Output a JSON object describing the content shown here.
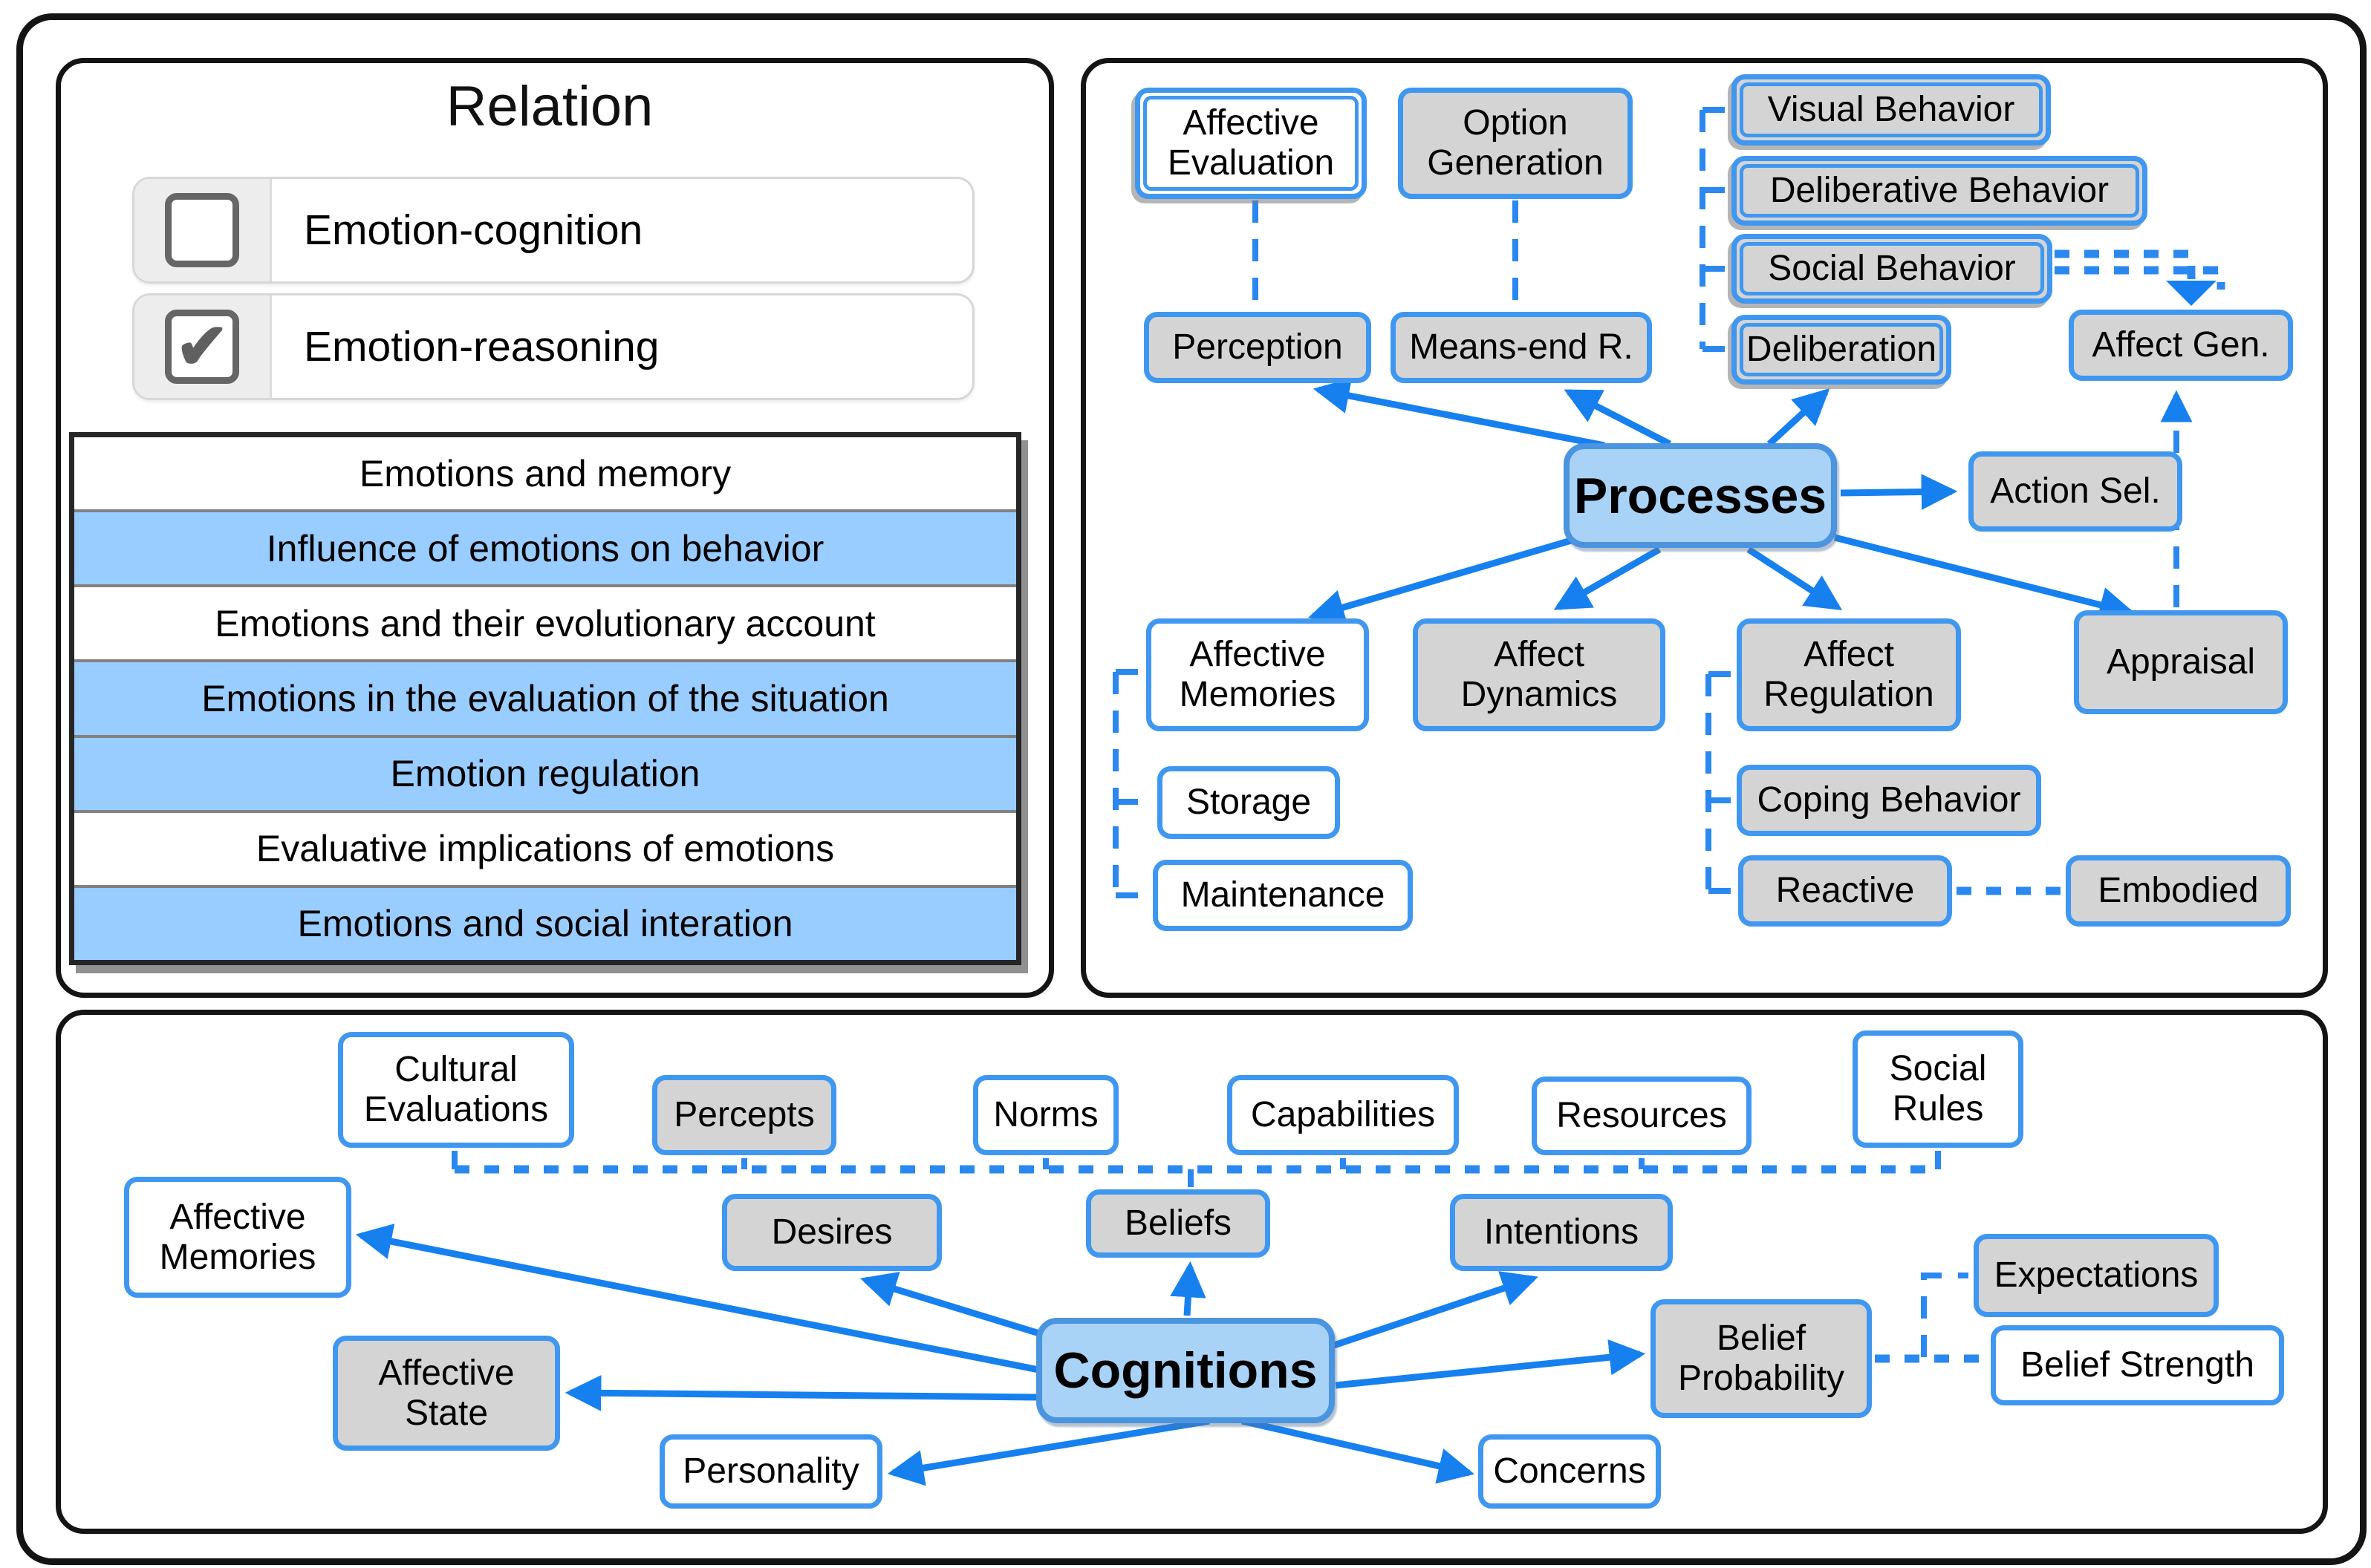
{
  "legend": {
    "title": "Relation",
    "check_glyph": "✔",
    "items": [
      {
        "label": "Emotion-cognition",
        "checked": false
      },
      {
        "label": "Emotion-reasoning",
        "checked": true
      }
    ]
  },
  "topics": {
    "rows": [
      {
        "label": "Emotions and memory",
        "highlighted": false
      },
      {
        "label": "Influence of emotions on behavior",
        "highlighted": true
      },
      {
        "label": "Emotions and their evolutionary account",
        "highlighted": false
      },
      {
        "label": "Emotions in the evaluation of the situation",
        "highlighted": true
      },
      {
        "label": "Emotion regulation",
        "highlighted": true
      },
      {
        "label": "Evaluative implications of emotions",
        "highlighted": false
      },
      {
        "label": "Emotions and social interation",
        "highlighted": true
      }
    ]
  },
  "processes_panel": {
    "hub": "Processes",
    "nodes": {
      "affective_evaluation": "Affective Evaluation",
      "option_generation": "Option Generation",
      "visual_behavior": "Visual Behavior",
      "deliberative_behavior": "Deliberative Behavior",
      "social_behavior": "Social Behavior",
      "deliberation": "Deliberation",
      "affect_gen": "Affect Gen.",
      "perception": "Perception",
      "means_end_r": "Means-end R.",
      "action_sel": "Action Sel.",
      "affective_memories": "Affective Memories",
      "affect_dynamics": "Affect Dynamics",
      "affect_regulation": "Affect Regulation",
      "appraisal": "Appraisal",
      "storage": "Storage",
      "maintenance": "Maintenance",
      "coping_behavior": "Coping Behavior",
      "reactive": "Reactive",
      "embodied": "Embodied"
    },
    "solid_arrows_from_hub": [
      "Perception",
      "Means-end R.",
      "Deliberation",
      "Action Sel.",
      "Appraisal",
      "Affect Regulation",
      "Affect Dynamics",
      "Affective Memories"
    ],
    "dashed_links": [
      [
        "Affective Evaluation",
        "Perception"
      ],
      [
        "Option Generation",
        "Means-end R."
      ],
      [
        "Deliberation",
        "Visual Behavior"
      ],
      [
        "Deliberation",
        "Deliberative Behavior"
      ],
      [
        "Deliberation",
        "Social Behavior"
      ],
      [
        "Social Behavior",
        "Affect Gen."
      ],
      [
        "Appraisal",
        "Affect Gen."
      ],
      [
        "Affective Memories",
        "Storage"
      ],
      [
        "Affective Memories",
        "Maintenance"
      ],
      [
        "Affect Regulation",
        "Coping Behavior"
      ],
      [
        "Affect Regulation",
        "Reactive"
      ],
      [
        "Reactive",
        "Embodied"
      ]
    ]
  },
  "cognitions_panel": {
    "hub": "Cognitions",
    "nodes": {
      "cultural_evaluations": "Cultural Evaluations",
      "percepts": "Percepts",
      "norms": "Norms",
      "capabilities": "Capabilities",
      "resources": "Resources",
      "social_rules": "Social Rules",
      "affective_memories": "Affective Memories",
      "desires": "Desires",
      "beliefs": "Beliefs",
      "intentions": "Intentions",
      "expectations": "Expectations",
      "affective_state": "Affective State",
      "belief_probability": "Belief Probability",
      "belief_strength": "Belief Strength",
      "personality": "Personality",
      "concerns": "Concerns"
    },
    "solid_arrows_from_hub": [
      "Affective Memories",
      "Desires",
      "Beliefs",
      "Intentions",
      "Affective State",
      "Personality",
      "Concerns",
      "Belief Probability"
    ],
    "dashed_links": [
      [
        "Cultural Evaluations",
        "Beliefs"
      ],
      [
        "Percepts",
        "Beliefs"
      ],
      [
        "Norms",
        "Beliefs"
      ],
      [
        "Capabilities",
        "Beliefs"
      ],
      [
        "Resources",
        "Beliefs"
      ],
      [
        "Social Rules",
        "Beliefs"
      ],
      [
        "Belief Probability",
        "Belief Strength"
      ],
      [
        "Belief Probability",
        "Expectations"
      ]
    ]
  },
  "colors": {
    "edge_blue": "#1680ef",
    "node_border_blue": "#3f97f0",
    "node_gray_fill": "#d4d4d4",
    "hub_fill": "#a9d2f7",
    "hub_border": "#4a94e0",
    "highlight_row": "#99ccff"
  }
}
